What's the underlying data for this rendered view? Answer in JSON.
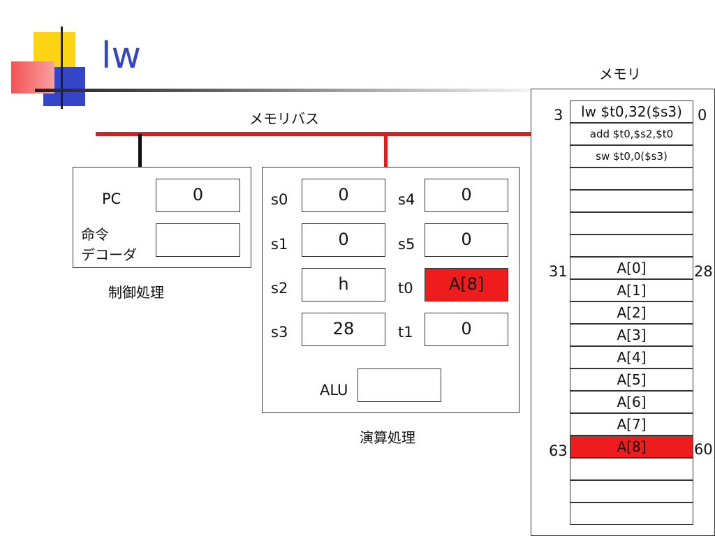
{
  "slide": {
    "title": "lw"
  },
  "bus": {
    "label": "メモリバス"
  },
  "control": {
    "pc_label": "PC",
    "pc_value": "0",
    "decoder_label_line1": "命令",
    "decoder_label_line2": "デコーダ",
    "decoder_value": "",
    "caption": "制御処理"
  },
  "compute": {
    "registers": [
      {
        "name": "s0",
        "value": "0"
      },
      {
        "name": "s1",
        "value": "0"
      },
      {
        "name": "s2",
        "value": "h"
      },
      {
        "name": "s3",
        "value": "28"
      },
      {
        "name": "s4",
        "value": "0"
      },
      {
        "name": "s5",
        "value": "0"
      },
      {
        "name": "t0",
        "value": "A[8]"
      },
      {
        "name": "t1",
        "value": "0"
      }
    ],
    "alu_label": "ALU",
    "alu_value": "",
    "caption": "演算処理"
  },
  "memory": {
    "title": "メモリ",
    "cells": [
      "lw $t0,32($s3)",
      "add $t0,$s2,$t0",
      "sw $t0,0($s3)",
      "",
      "",
      "",
      "",
      "A[0]",
      "A[1]",
      "A[2]",
      "A[3]",
      "A[4]",
      "A[5]",
      "A[6]",
      "A[7]",
      "A[8]",
      "",
      "",
      ""
    ],
    "addresses": [
      {
        "left": "3",
        "right": "0"
      },
      {
        "left": "31",
        "right": "28"
      },
      {
        "left": "63",
        "right": "60"
      }
    ]
  },
  "colors": {
    "bus": "#e41b1b",
    "highlight": "#ee1c1c"
  }
}
